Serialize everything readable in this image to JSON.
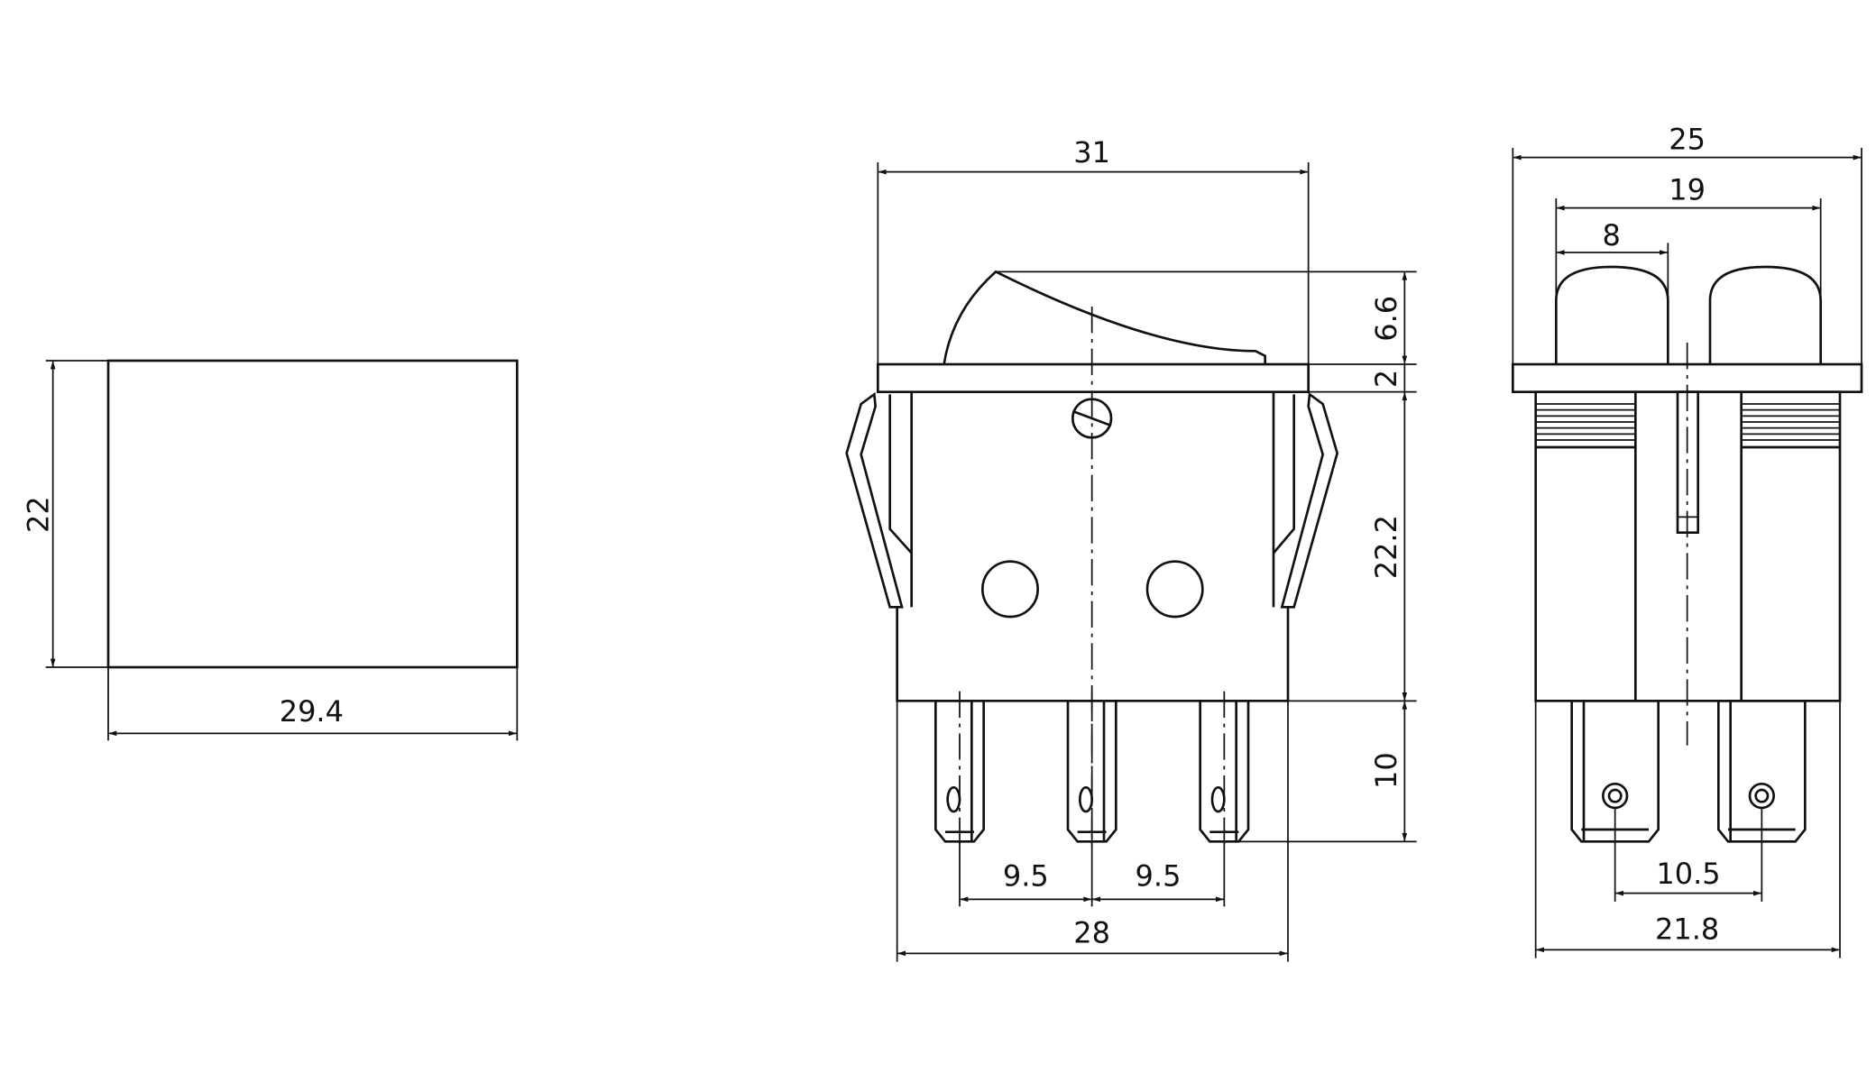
{
  "colors": {
    "line": "#111111",
    "background": "#ffffff"
  },
  "cutout_view": {
    "height_dim": "22",
    "width_dim": "29.4"
  },
  "front_view": {
    "overall_width": "31",
    "rocker_height": "6.6",
    "bezel_thickness": "2",
    "body_height": "22.2",
    "terminal_length": "10",
    "pitch_left": "9.5",
    "pitch_right": "9.5",
    "body_width": "28"
  },
  "side_view": {
    "overall_width": "25",
    "lamp_span": "19",
    "lamp_width": "8",
    "terminal_pitch": "10.5",
    "body_width": "21.8"
  }
}
